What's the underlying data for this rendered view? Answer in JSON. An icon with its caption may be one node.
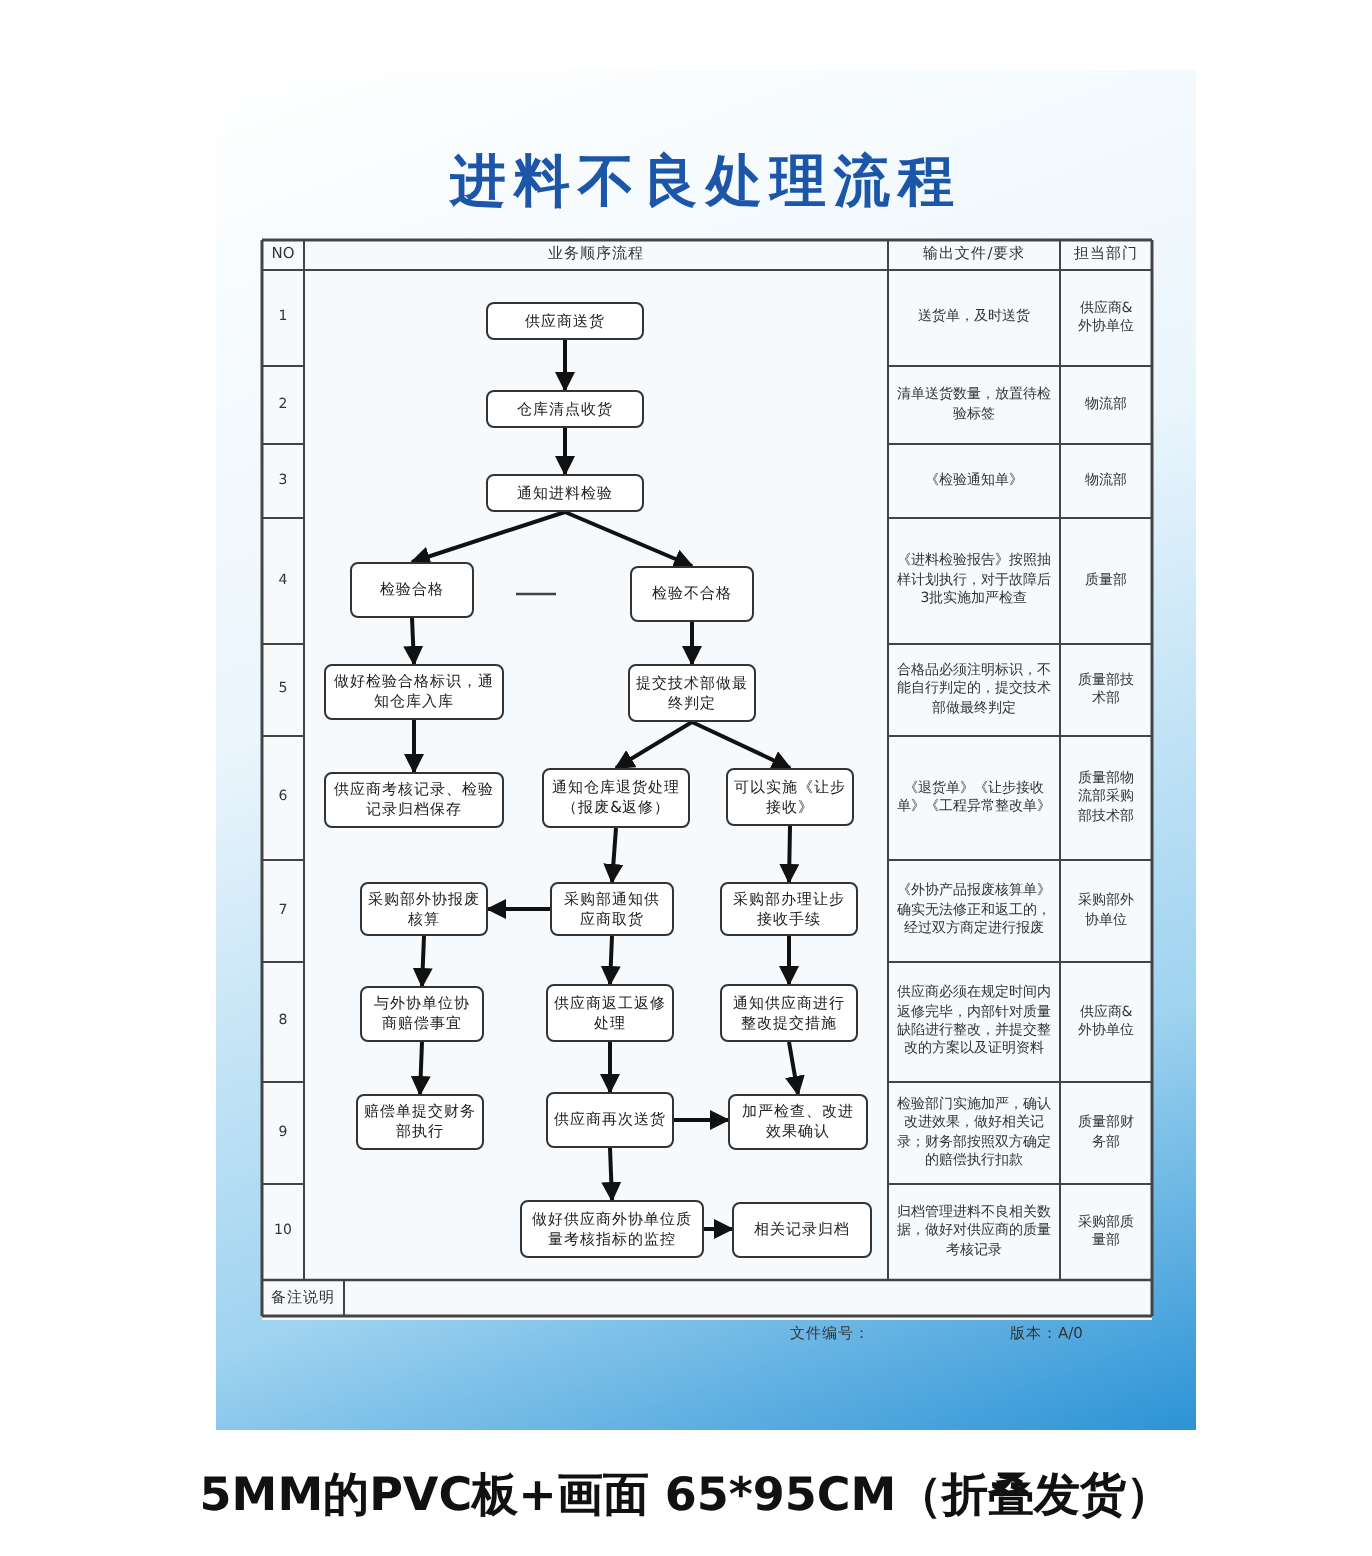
{
  "diagram": {
    "title": "进料不良处理流程",
    "caption": "5MM的PVC板+画面 65*95CM（折叠发货）",
    "nodes": [
      {
        "text": [
          "供应商送货"
        ]
      },
      {
        "text": [
          "仓库清点收货"
        ]
      },
      {
        "text": [
          "通知进料检验"
        ]
      },
      {
        "text": [
          "检验合格"
        ]
      },
      {
        "text": [
          "检验不合格"
        ]
      },
      {
        "text": [
          "做好检验合格标识，通知仓库入库"
        ]
      },
      {
        "text": [
          "提交技术部做最终判定"
        ]
      },
      {
        "text": [
          "供应商考核记录、检验记录归档保存"
        ]
      },
      {
        "text": [
          "通知仓库退货处理（报废&返修）"
        ]
      },
      {
        "text": [
          "可以实施《让步接收》"
        ]
      },
      {
        "text": [
          "采购部外协报废核算"
        ]
      },
      {
        "text": [
          "采购部通知供应商取货"
        ]
      },
      {
        "text": [
          "采购部办理让步接收手续"
        ]
      },
      {
        "text": [
          "与外协单位协商赔偿事宜"
        ]
      },
      {
        "text": [
          "供应商返工返修处理"
        ]
      },
      {
        "text": [
          "通知供应商进行整改提交措施"
        ]
      },
      {
        "text": [
          "赔偿单提交财务部执行"
        ]
      },
      {
        "text": [
          "供应商再次送货"
        ]
      },
      {
        "text": [
          "加严检查、改进效果确认"
        ]
      },
      {
        "text": [
          "做好供应商外协单位质量考核指标的监控"
        ]
      },
      {
        "text": [
          "相关记录归档"
        ]
      }
    ],
    "edges": [
      {
        "from": 0,
        "to": 1,
        "arrow": "to"
      },
      {
        "from": 1,
        "to": 2,
        "arrow": "to"
      },
      {
        "from": 2,
        "to": 3,
        "arrow": "to"
      },
      {
        "from": 2,
        "to": 4,
        "arrow": "to"
      },
      {
        "from": 3,
        "to": 5,
        "arrow": "to"
      },
      {
        "from": 4,
        "to": 6,
        "arrow": "to"
      },
      {
        "from": 5,
        "to": 7,
        "arrow": "to"
      },
      {
        "from": 6,
        "to": 8,
        "arrow": "to"
      },
      {
        "from": 6,
        "to": 9,
        "arrow": "to"
      },
      {
        "from": 8,
        "to": 11,
        "arrow": "to"
      },
      {
        "from": 9,
        "to": 12,
        "arrow": "to"
      },
      {
        "from": 11,
        "to": 10,
        "arrow": "to"
      },
      {
        "from": 10,
        "to": 13,
        "arrow": "to"
      },
      {
        "from": 11,
        "to": 14,
        "arrow": "to"
      },
      {
        "from": 12,
        "to": 15,
        "arrow": "to"
      },
      {
        "from": 13,
        "to": 16,
        "arrow": "to"
      },
      {
        "from": 14,
        "to": 17,
        "arrow": "to"
      },
      {
        "from": 15,
        "to": 18,
        "arrow": "to"
      },
      {
        "from": 17,
        "to": 18,
        "arrow": "to"
      },
      {
        "from": 17,
        "to": 19,
        "arrow": "to"
      },
      {
        "from": 19,
        "to": 20,
        "arrow": "to"
      }
    ],
    "labels": [
      "NO",
      "业务顺序流程",
      "输出文件/要求",
      "担当部门",
      "1",
      "送货单，及时送货",
      "供应商&外协单位",
      "2",
      "清单送货数量，放置待检验标签",
      "物流部",
      "3",
      "《检验通知单》",
      "物流部",
      "4",
      "《进料检验报告》按照抽样计划执行，对于故障后3批实施加严检查",
      "质量部",
      "5",
      "合格品必须注明标识，不能自行判定的，提交技术部做最终判定",
      "质量部技术部",
      "6",
      "《退货单》《让步接收单》《工程异常整改单》",
      "质量部物流部采购部技术部",
      "7",
      "《外协产品报废核算单》确实无法修正和返工的，经过双方商定进行报废",
      "采购部外协单位",
      "8",
      "供应商必须在规定时间内返修完毕，内部针对质量缺陷进行整改，并提交整改的方案以及证明资料",
      "供应商&外协单位",
      "9",
      "检验部门实施加严，确认改进效果，做好相关记录；财务部按照双方确定的赔偿执行扣款",
      "质量部财务部",
      "10",
      "归档管理进料不良相关数据，做好对供应商的质量考核记录",
      "采购部质量部",
      "备注说明",
      "文件编号：",
      "版本：A/0"
    ]
  }
}
